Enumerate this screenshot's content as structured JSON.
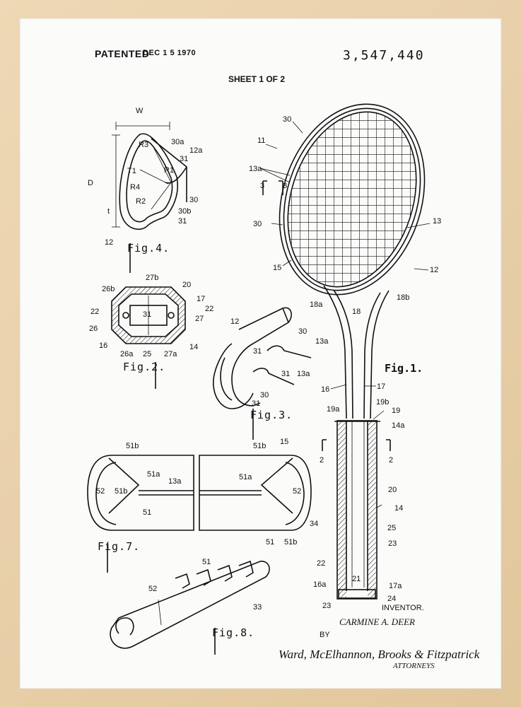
{
  "header": {
    "patented": "PATENTED",
    "date": "DEC 1 5 1970",
    "patent_number": "3,547,440",
    "sheet": "SHEET 1 OF 2"
  },
  "figures": {
    "fig1": "Fig.1.",
    "fig2": "Fig.2.",
    "fig3": "Fig.3.",
    "fig4": "Fig.4.",
    "fig7": "Fig.7.",
    "fig8": "Fig.8."
  },
  "labels": {
    "fig4": [
      "W",
      "D",
      "t",
      "30a",
      "12a",
      "31",
      "R3",
      "T1",
      "R1",
      "R4",
      "R2",
      "30",
      "30b",
      "31",
      "12"
    ],
    "fig2": [
      "27b",
      "26b",
      "20",
      "17",
      "22",
      "22",
      "31",
      "27",
      "26",
      "16",
      "26a",
      "25",
      "27a",
      "14"
    ],
    "fig3": [
      "12",
      "30",
      "13a",
      "31",
      "31",
      "13a",
      "30",
      "31"
    ],
    "fig1": [
      "30",
      "11",
      "13a",
      "3",
      "3",
      "30",
      "13",
      "15",
      "12",
      "18a",
      "18",
      "18b",
      "16",
      "17",
      "19a",
      "19b",
      "19",
      "14a",
      "2",
      "2",
      "20",
      "14",
      "25",
      "23",
      "22",
      "21",
      "16a",
      "17a",
      "24",
      "23"
    ],
    "fig7": [
      "51b",
      "51a",
      "52",
      "51b",
      "51",
      "13a",
      "51b",
      "15",
      "51a",
      "52",
      "51",
      "51b",
      "34"
    ],
    "fig8": [
      "51",
      "52",
      "33"
    ]
  },
  "signature": {
    "inventor_label": "INVENTOR.",
    "inventor_name": "CARMINE A. DEER",
    "by": "BY",
    "attorneys_signature": "Ward, McElhannon, Brooks & Fitzpatrick",
    "attorneys_label": "ATTORNEYS"
  }
}
